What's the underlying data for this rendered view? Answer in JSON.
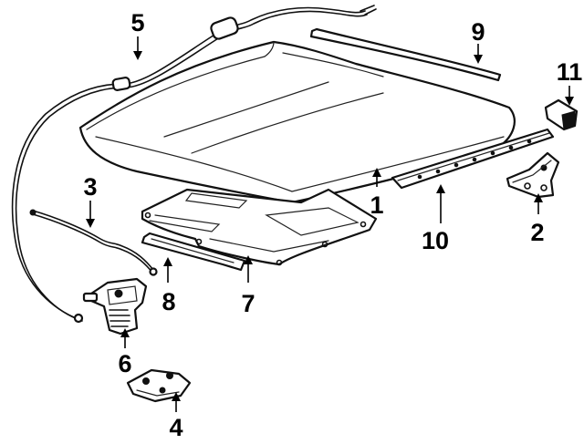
{
  "callouts": [
    {
      "id": "1",
      "text": "1"
    },
    {
      "id": "2",
      "text": "2"
    },
    {
      "id": "3",
      "text": "3"
    },
    {
      "id": "4",
      "text": "4"
    },
    {
      "id": "5",
      "text": "5"
    },
    {
      "id": "6",
      "text": "6"
    },
    {
      "id": "7",
      "text": "7"
    },
    {
      "id": "8",
      "text": "8"
    },
    {
      "id": "9",
      "text": "9"
    },
    {
      "id": "10",
      "text": "10"
    },
    {
      "id": "11",
      "text": "11"
    }
  ],
  "colors": {
    "ink": "#111111",
    "background": "#ffffff"
  }
}
